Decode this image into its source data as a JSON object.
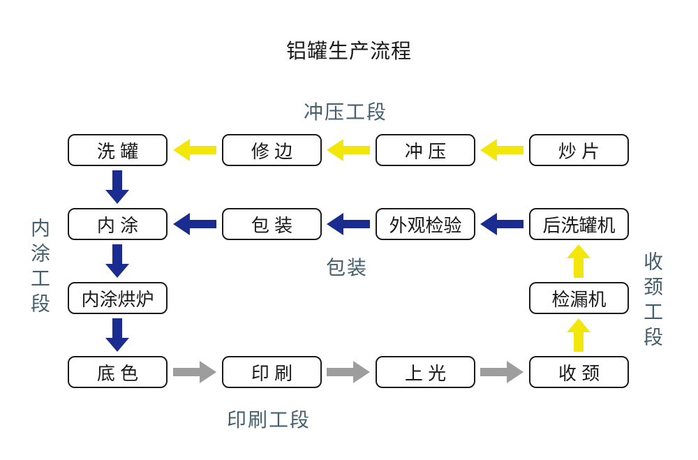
{
  "title": "铝罐生产流程",
  "colors": {
    "yellow_arrow": "#f2e60a",
    "blue_arrow": "#1a2c90",
    "gray_arrow": "#9d9d9d",
    "section_label": "#44606e",
    "box_border": "#1a1a1a",
    "background": "#ffffff"
  },
  "section_labels": {
    "stamping": "冲压工段",
    "inner_coating": "内涂工段",
    "packing": "包装",
    "printing": "印刷工段",
    "necking": "收颈工段"
  },
  "boxes": {
    "wash_can": "洗 罐",
    "trim": "修 边",
    "stamp": "冲 压",
    "fry_sheet": "炒 片",
    "inner_coat": "内 涂",
    "pack": "包 装",
    "visual_inspection": "外观检验",
    "post_wash_machine": "后洗罐机",
    "inner_coat_oven": "内涂烘炉",
    "leak_detector": "检漏机",
    "base_color": "底 色",
    "print": "印 刷",
    "glaze": "上 光",
    "neck": "收 颈"
  }
}
